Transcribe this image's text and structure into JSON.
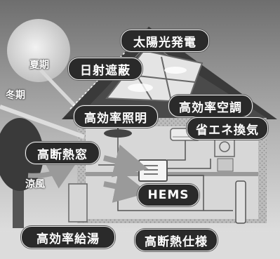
{
  "labels": {
    "solar": "太陽光発電",
    "shading": "日射遮蔽",
    "summer": "夏期",
    "winter": "冬期",
    "lighting": "高効率照明",
    "aircon": "高効率空調",
    "ventilation": "省エネ換気",
    "window": "高断熱窓",
    "breeze": "涼風",
    "hems": "HEMS",
    "water_heater": "高効率給湯",
    "insulation": "高断熱仕様"
  }
}
